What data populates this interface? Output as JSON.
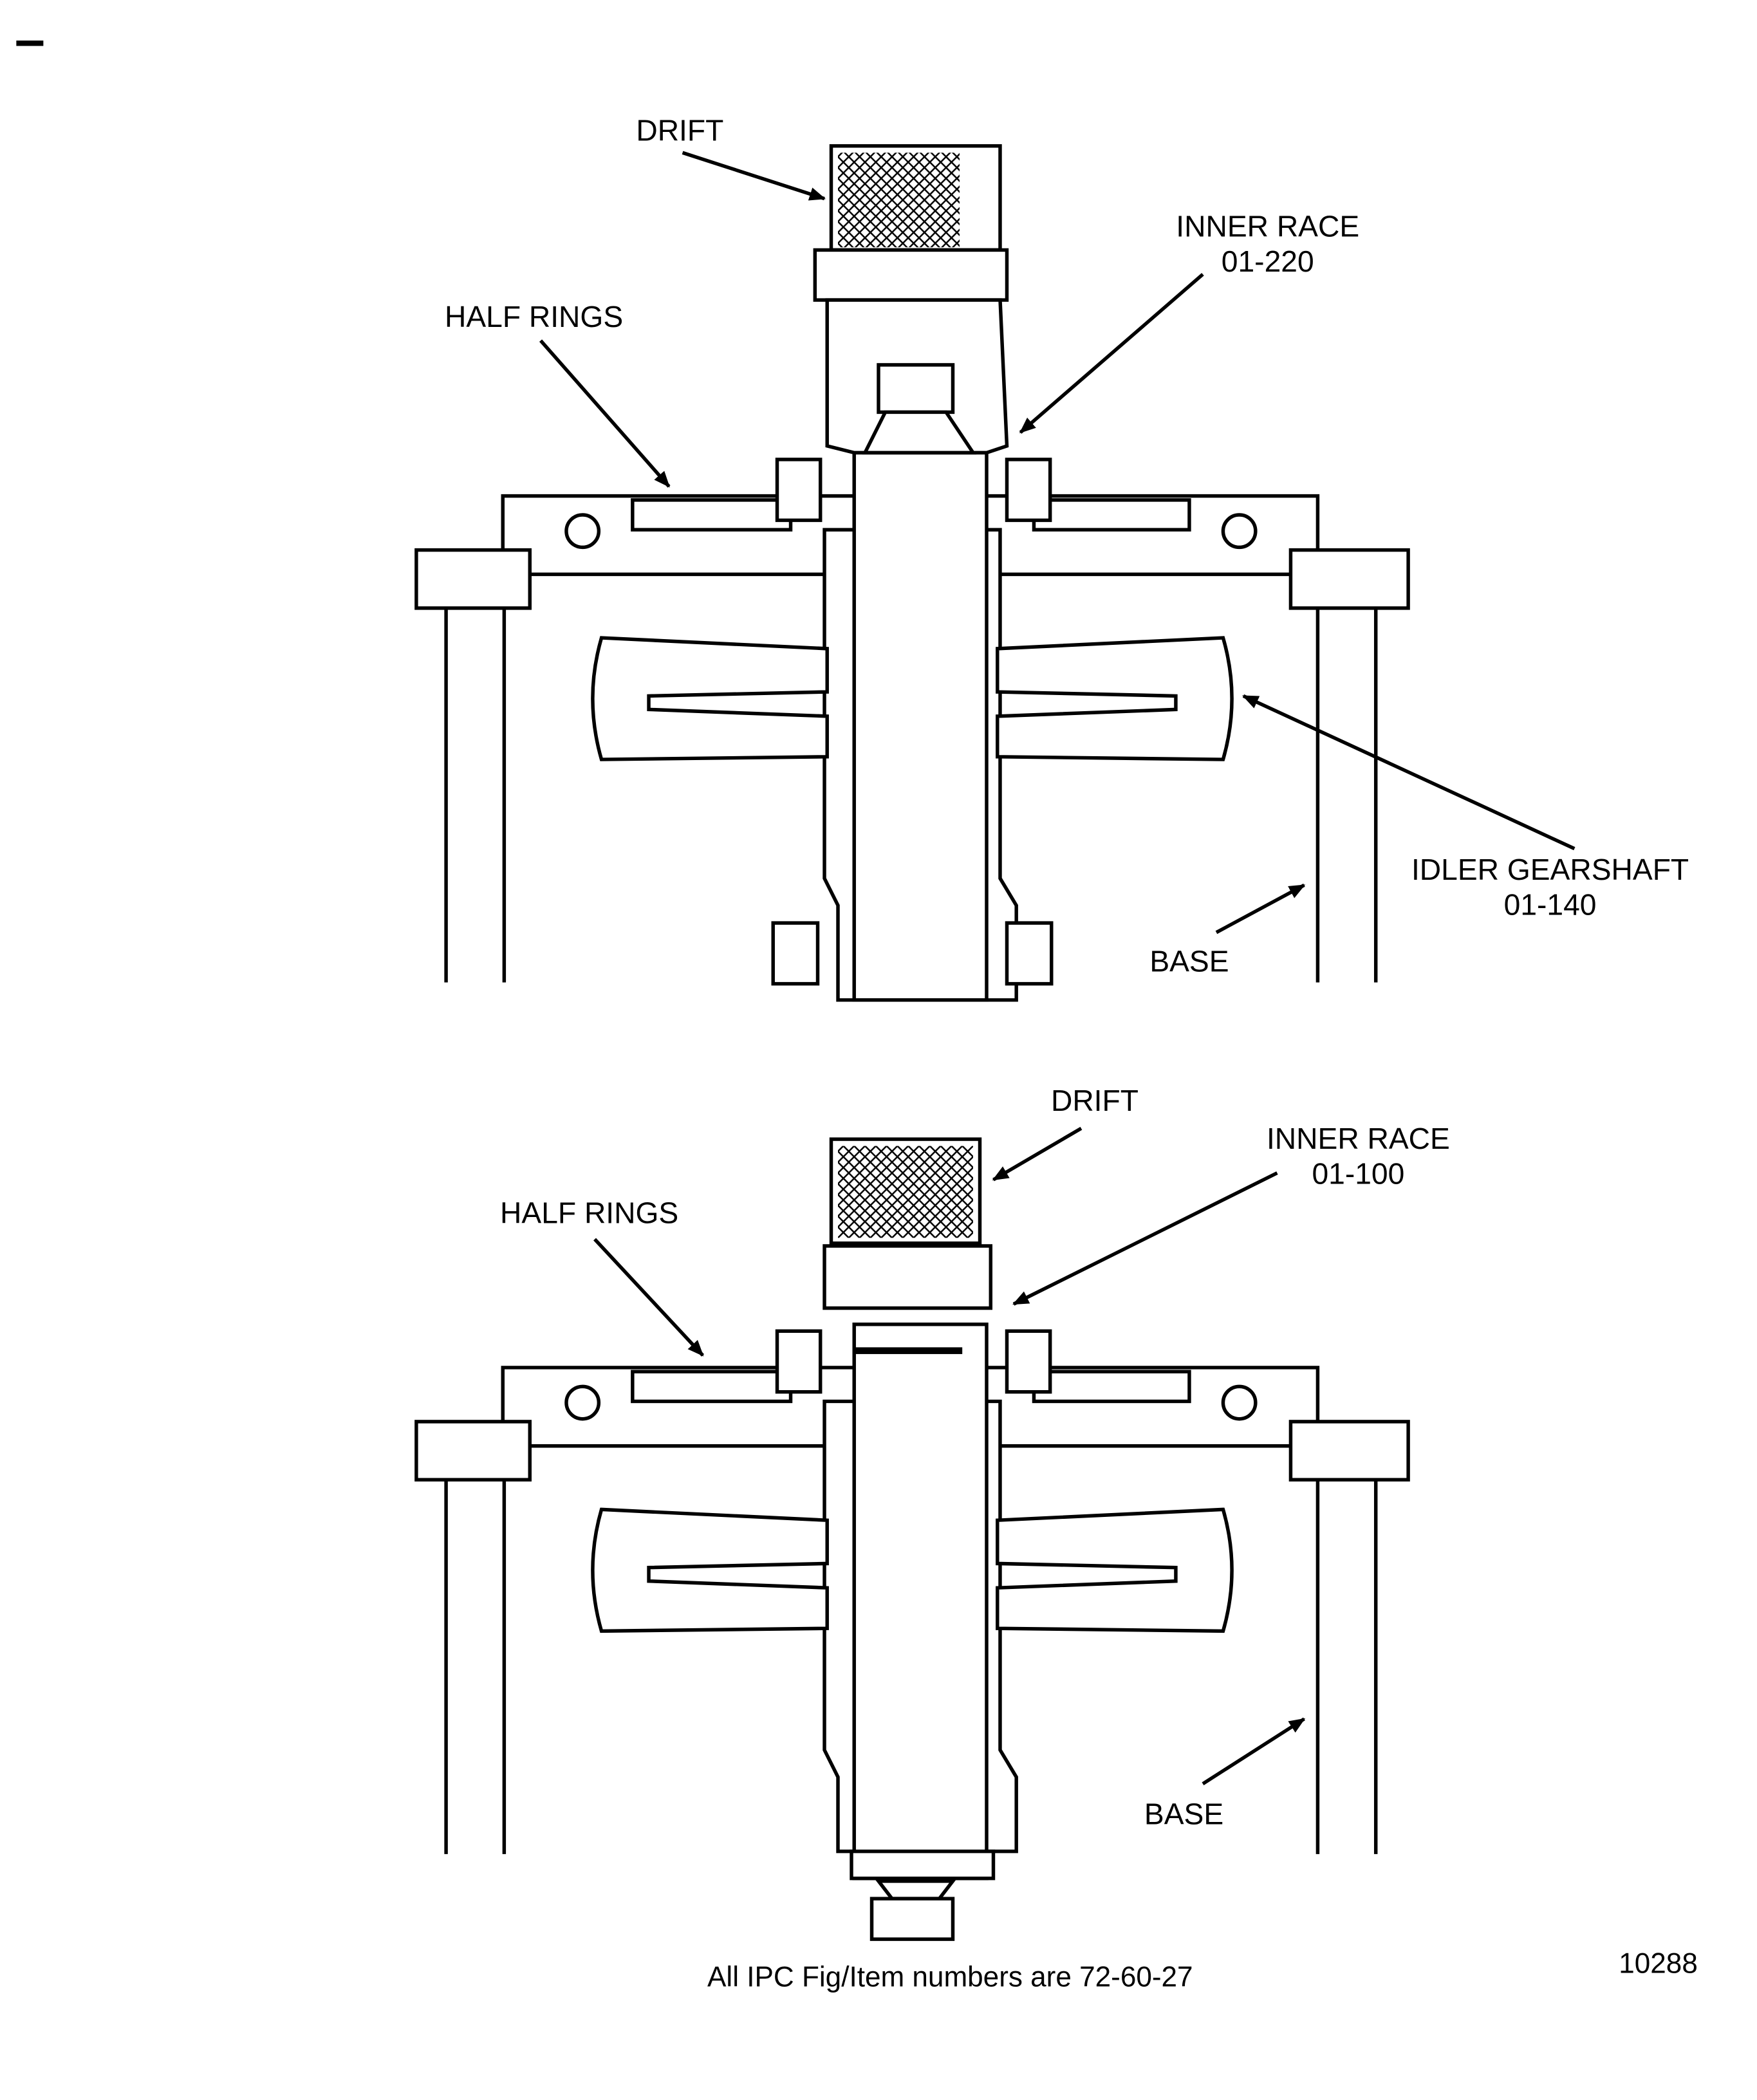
{
  "upper_view": {
    "drift_label": "DRIFT",
    "inner_race_label": "INNER RACE",
    "inner_race_item": "01-220",
    "half_rings_label": "HALF RINGS",
    "idler_gearshaft_label": "IDLER GEARSHAFT",
    "idler_gearshaft_item": "01-140",
    "base_label": "BASE"
  },
  "lower_view": {
    "drift_label": "DRIFT",
    "inner_race_label": "INNER RACE",
    "inner_race_item": "01-100",
    "half_rings_label": "HALF RINGS",
    "base_label": "BASE"
  },
  "footer": {
    "note": "All IPC Fig/Item numbers are 72-60-27",
    "figure_number": "10288"
  }
}
